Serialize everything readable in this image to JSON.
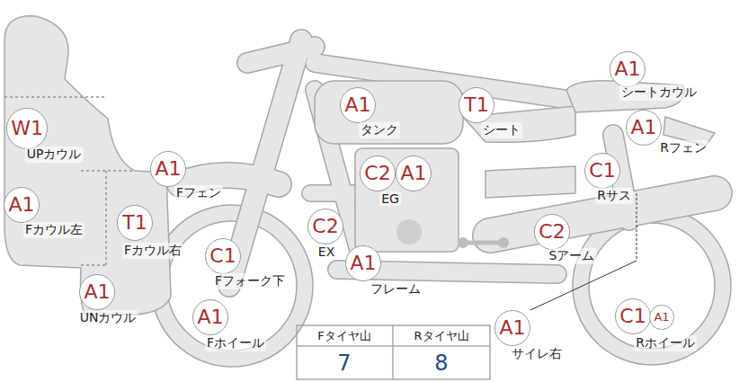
{
  "diagram": {
    "nodes": [
      {
        "text": [
          "W1"
        ]
      },
      {
        "text": [
          "A1"
        ]
      },
      {
        "text": [
          "T1"
        ]
      },
      {
        "text": [
          "A1"
        ]
      },
      {
        "text": [
          "A1"
        ]
      },
      {
        "text": [
          "C1"
        ]
      },
      {
        "text": [
          "A1"
        ]
      },
      {
        "text": [
          "A1"
        ]
      },
      {
        "text": [
          "T1"
        ]
      },
      {
        "text": [
          "C2"
        ]
      },
      {
        "text": [
          "A1"
        ]
      },
      {
        "text": [
          "C2"
        ]
      },
      {
        "text": [
          "A1"
        ]
      },
      {
        "text": [
          "A1"
        ]
      },
      {
        "text": [
          "A1"
        ]
      },
      {
        "text": [
          "C1"
        ]
      },
      {
        "text": [
          "C2"
        ]
      },
      {
        "text": [
          "A1"
        ]
      },
      {
        "text": [
          "C1"
        ]
      },
      {
        "text": [
          "A1"
        ]
      }
    ],
    "labels": [
      "UPカウル",
      "Fカウル左",
      "Fカウル右",
      "UNカウル",
      "Fフェン",
      "Fフォーク下",
      "Fホイール",
      "タンク",
      "シート",
      "EG",
      "EX",
      "フレーム",
      "シートカウル",
      "Rフェン",
      "Rサス",
      "Sアーム",
      "サイレ右",
      "Rホイール",
      "Fタイヤ山",
      "Rタイヤ山",
      "7",
      "8"
    ]
  }
}
